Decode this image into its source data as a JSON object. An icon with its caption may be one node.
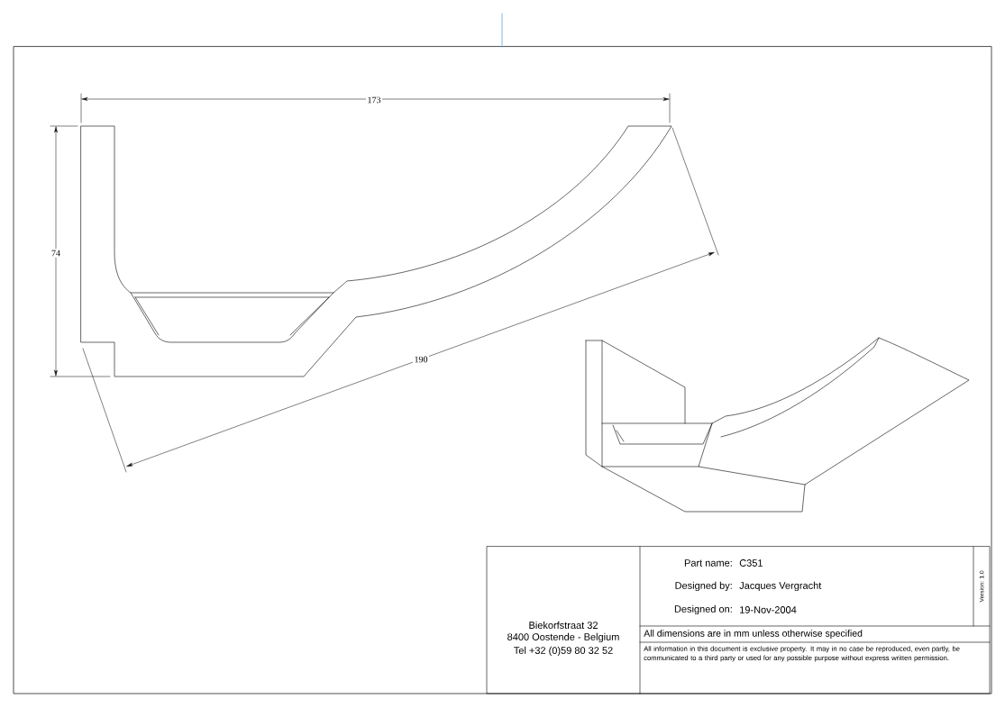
{
  "diagram": {
    "labels": [
      "173",
      "74",
      "190",
      "Part name:",
      "C351",
      "Designed by:",
      "Jacques Vergracht",
      "Designed on:",
      "19-Nov-2004",
      "Version: 1.0",
      "Biekorfstraat 32",
      "8400 Oostende - Belgium",
      "Tel  +32 (0)59 80 32 52",
      "All dimensions are in mm unless otherwise specified",
      "All information in this document is exclusive property.  It may in no case be reproduced, even partly, be communicated to a third party or used for any possible purpose without express written permission."
    ]
  }
}
